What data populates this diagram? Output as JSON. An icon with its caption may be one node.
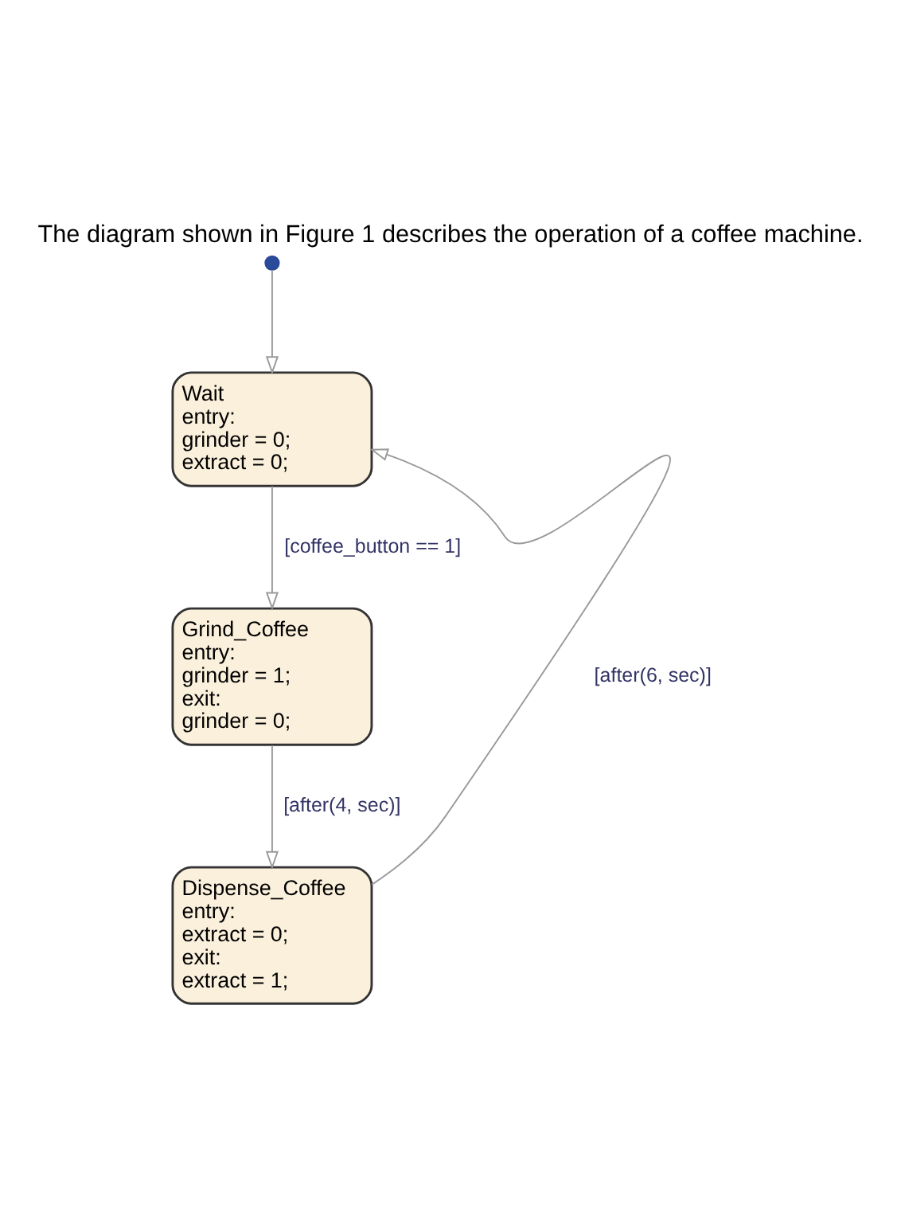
{
  "diagram": {
    "title": "The diagram shown in Figure 1 describes the operation of a coffee machine.",
    "nodes": [
      {
        "text": [],
        "shape": "circle"
      },
      {
        "text": [
          "Wait",
          "entry:",
          "grinder = 0;",
          "extract = 0;"
        ]
      },
      {
        "text": [
          "Grind_Coffee",
          "entry:",
          "grinder = 1;",
          "exit:",
          "grinder = 0;"
        ]
      },
      {
        "text": [
          "Dispense_Coffee",
          "entry:",
          "extract = 0;",
          "exit:",
          "extract = 1;"
        ]
      }
    ],
    "edges": [
      {
        "from": 0,
        "to": 1,
        "arrow": "to"
      },
      {
        "from": 1,
        "to": 2,
        "arrow": "to",
        "label": "[coffee_button == 1]"
      },
      {
        "from": 2,
        "to": 3,
        "arrow": "to",
        "label": "[after(4, sec)]"
      },
      {
        "from": 3,
        "to": 1,
        "arrow": "to",
        "label": "[after(6, sec)]"
      }
    ]
  }
}
